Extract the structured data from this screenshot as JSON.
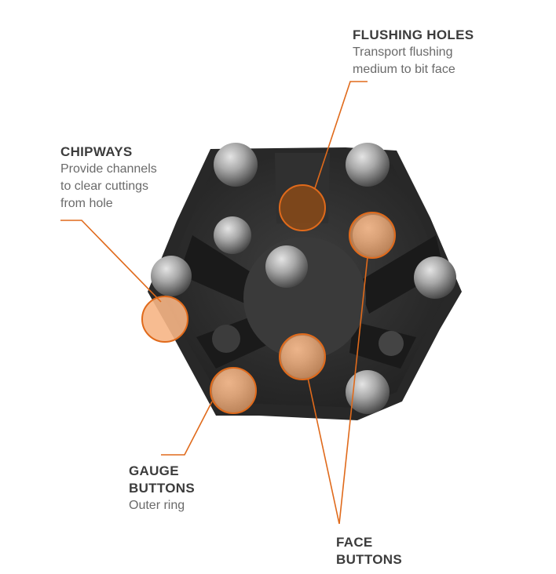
{
  "callouts": {
    "flushing_holes": {
      "title": "FLUSHING HOLES",
      "desc": [
        "Transport flushing",
        "medium to bit face"
      ]
    },
    "chipways": {
      "title": "CHIPWAYS",
      "desc": [
        "Provide channels",
        "to clear cuttings",
        "from hole"
      ]
    },
    "gauge_buttons": {
      "title": [
        "GAUGE",
        "BUTTONS"
      ],
      "desc": [
        "Outer ring"
      ]
    },
    "face_buttons": {
      "title": [
        "FACE",
        "BUTTONS"
      ]
    }
  },
  "colors": {
    "leader_line": "#e06a1b",
    "highlight_fill": "#f0a064",
    "bit_body": "#2e2e2e",
    "button": "#a8a8a8"
  }
}
